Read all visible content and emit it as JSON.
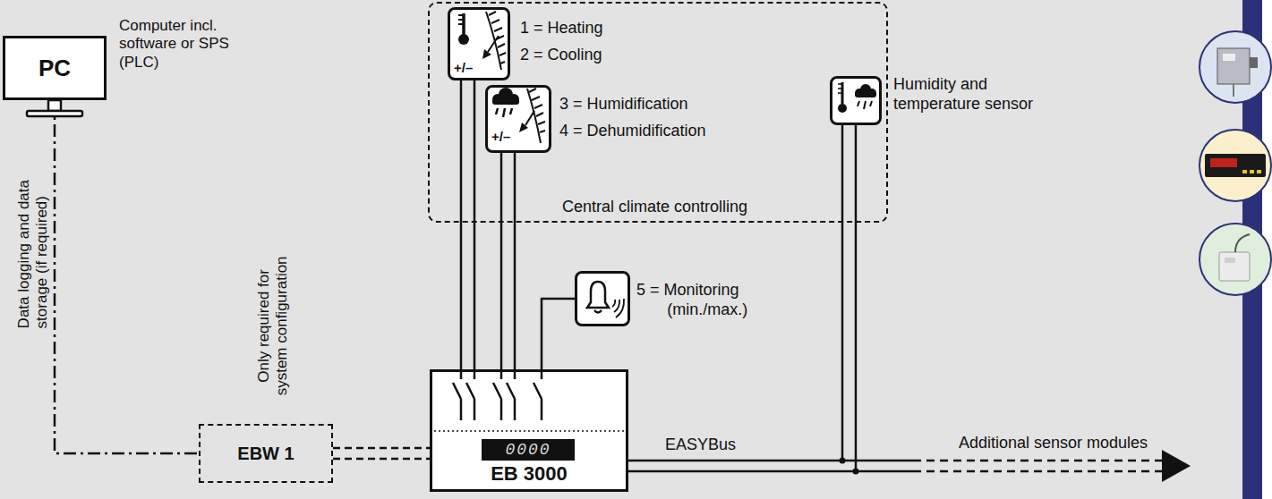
{
  "diagram": {
    "nodes": [
      {
        "text": [
          "PC",
          "Computer incl. software or SPS (PLC)"
        ]
      },
      {
        "text": [
          "Central climate controlling"
        ]
      },
      {
        "text": [
          "+/–",
          "1 = Heating",
          "2 = Cooling"
        ],
        "in": 1
      },
      {
        "text": [
          "+/–",
          "3 = Humidification",
          "4 = Dehumidification"
        ],
        "in": 1
      },
      {
        "text": [
          "Humidity and temperature sensor"
        ],
        "in": 1
      },
      {
        "text": [
          "5 = Monitoring (min./max.)"
        ]
      },
      {
        "text": [
          "EBW 1",
          "Only required for system configuration"
        ]
      },
      {
        "text": [
          "0000",
          "EB 3000"
        ]
      }
    ],
    "edges": [
      {
        "from": 0,
        "to": 6,
        "label": "Data logging and data storage (if required)",
        "arrow": "none"
      },
      {
        "from": 6,
        "to": 7,
        "arrow": "none"
      },
      {
        "from": 7,
        "to": 2,
        "arrow": "none"
      },
      {
        "from": 7,
        "to": 3,
        "arrow": "none"
      },
      {
        "from": 7,
        "to": 5,
        "arrow": "none"
      },
      {
        "from": 7,
        "to": 4,
        "label": "EASYBus",
        "arrow": "none"
      }
    ],
    "labels": [
      "Additional sensor modules"
    ]
  }
}
